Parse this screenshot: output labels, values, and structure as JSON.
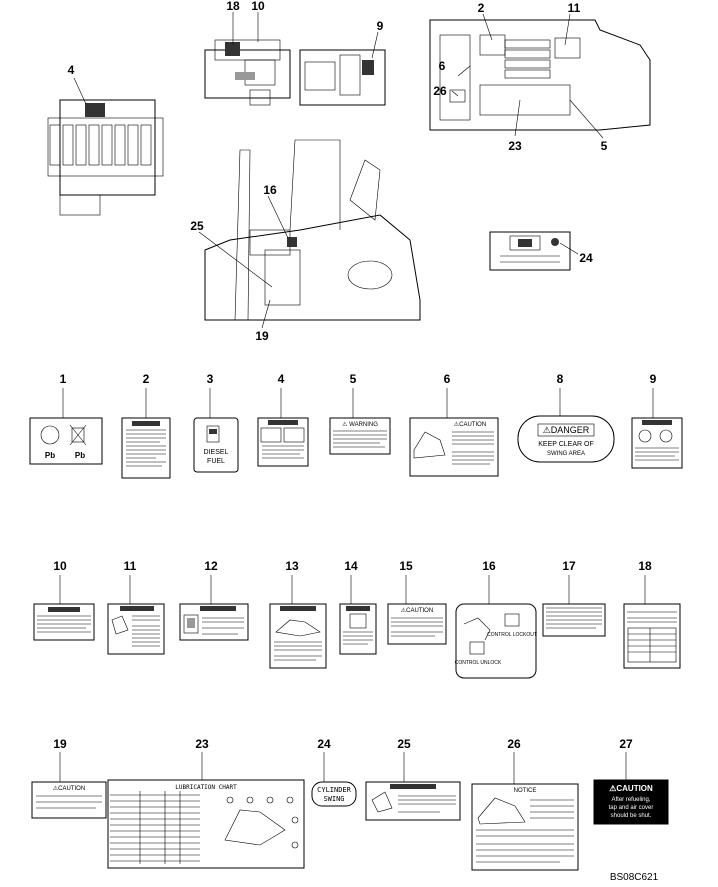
{
  "callouts": {
    "c18": "18",
    "c10": "10",
    "c9": "9",
    "c4": "4",
    "c2": "2",
    "c11": "11",
    "c6": "6",
    "c26": "26",
    "c23": "23",
    "c5": "5",
    "c16": "16",
    "c25": "25",
    "c19": "19",
    "c24": "24"
  },
  "labels": {
    "l1": {
      "num": "1",
      "left_text": "Pb",
      "right_text": "Pb"
    },
    "l2": {
      "num": "2"
    },
    "l3": {
      "num": "3",
      "line1": "DIESEL",
      "line2": "FUEL"
    },
    "l4": {
      "num": "4"
    },
    "l5": {
      "num": "5",
      "header": "⚠ WARNING"
    },
    "l6": {
      "num": "6",
      "header": "⚠CAUTION"
    },
    "l7_8": {
      "num": "8",
      "header": "⚠DANGER",
      "line1": "KEEP CLEAR OF",
      "line2": "SWING  AREA"
    },
    "l9": {
      "num": "9"
    },
    "l10": {
      "num": "10"
    },
    "l11": {
      "num": "11"
    },
    "l12": {
      "num": "12"
    },
    "l13": {
      "num": "13"
    },
    "l14": {
      "num": "14"
    },
    "l15": {
      "num": "15",
      "header": "⚠CAUTION"
    },
    "l16": {
      "num": "16",
      "lock": "CONTROL LOCKOUT",
      "unlock": "CONTROL UNLOCK"
    },
    "l17": {
      "num": "17"
    },
    "l18": {
      "num": "18"
    },
    "l19": {
      "num": "19",
      "header": "⚠CAUTION"
    },
    "l23": {
      "num": "23",
      "title": "LUBRICATION  CHART"
    },
    "l24": {
      "num": "24",
      "line1": "CYLINDER",
      "line2": "SWING"
    },
    "l25": {
      "num": "25"
    },
    "l26": {
      "num": "26",
      "header": "NOTICE"
    },
    "l27": {
      "num": "27",
      "header": "⚠CAUTION",
      "line1": "After refueling,",
      "line2": "tap and air cover",
      "line3": "should be shut."
    }
  },
  "drawing_code": "BS08C621"
}
